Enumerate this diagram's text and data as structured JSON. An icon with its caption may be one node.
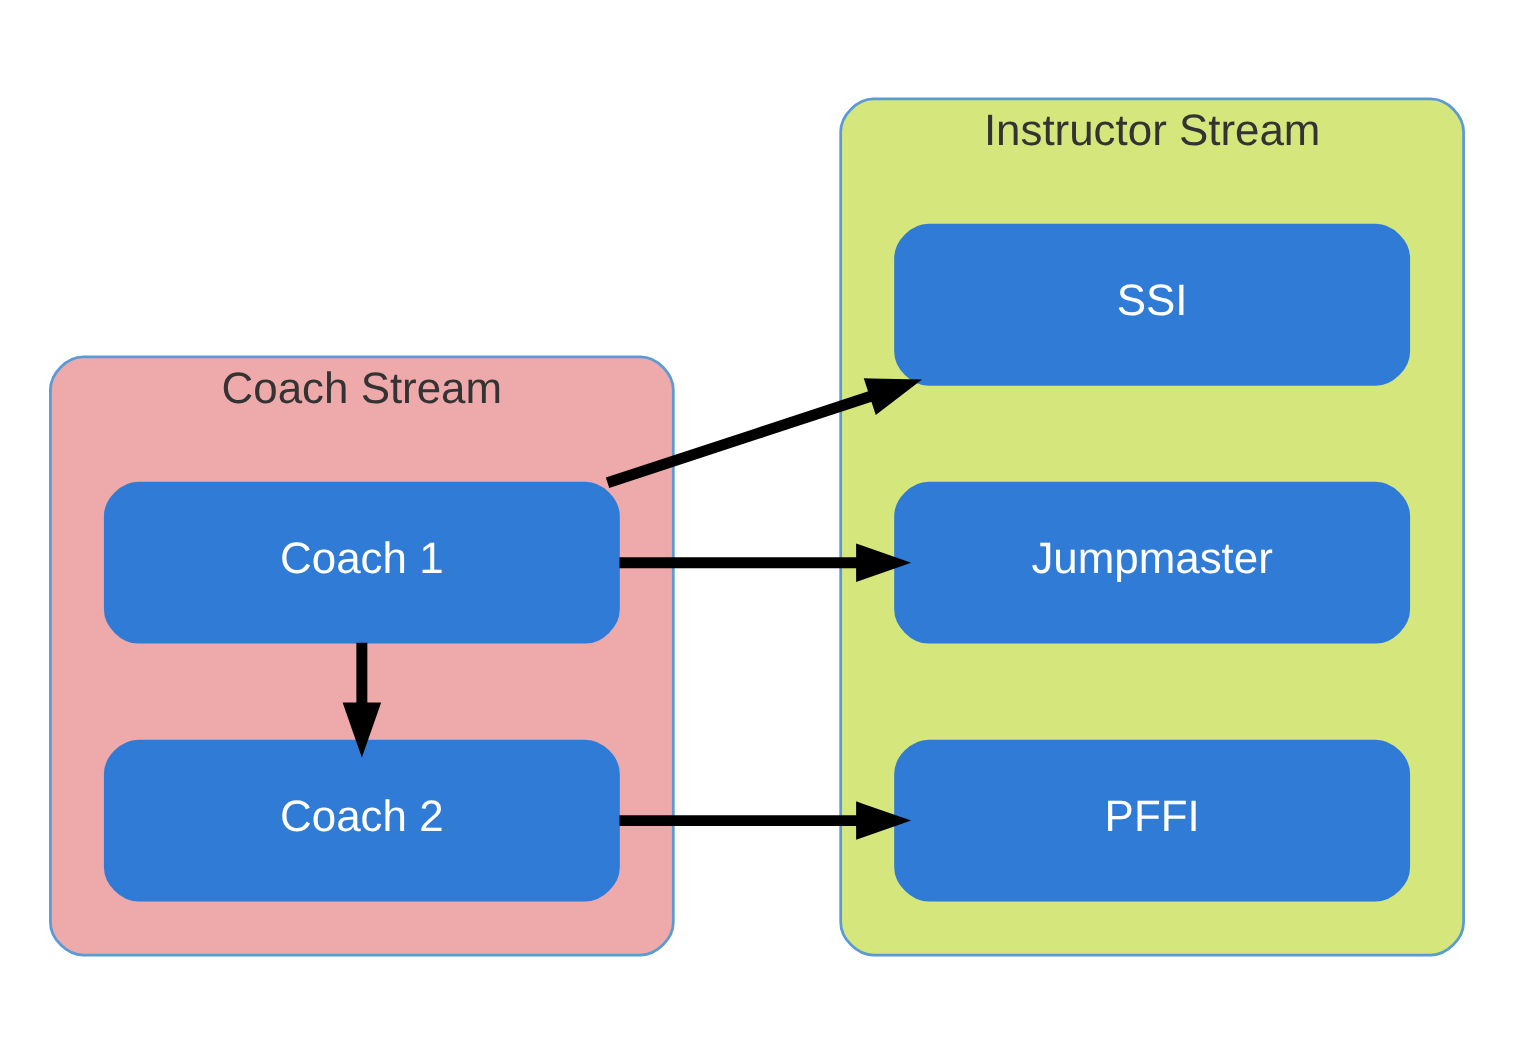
{
  "diagram": {
    "nodes": [
      {
        "text": [
          "Coach Stream"
        ]
      },
      {
        "text": [
          "Coach 1"
        ],
        "in": 0
      },
      {
        "text": [
          "Coach 2"
        ],
        "in": 0
      },
      {
        "text": [
          "Instructor Stream"
        ]
      },
      {
        "text": [
          "SSI"
        ],
        "in": 3
      },
      {
        "text": [
          "Jumpmaster"
        ],
        "in": 3
      },
      {
        "text": [
          "PFFI"
        ],
        "in": 3
      }
    ],
    "edges": [
      {
        "from": 1,
        "to": 4,
        "arrow": "to"
      },
      {
        "from": 1,
        "to": 5,
        "arrow": "to"
      },
      {
        "from": 1,
        "to": 2,
        "arrow": "to"
      },
      {
        "from": 2,
        "to": 6,
        "arrow": "to"
      }
    ]
  }
}
